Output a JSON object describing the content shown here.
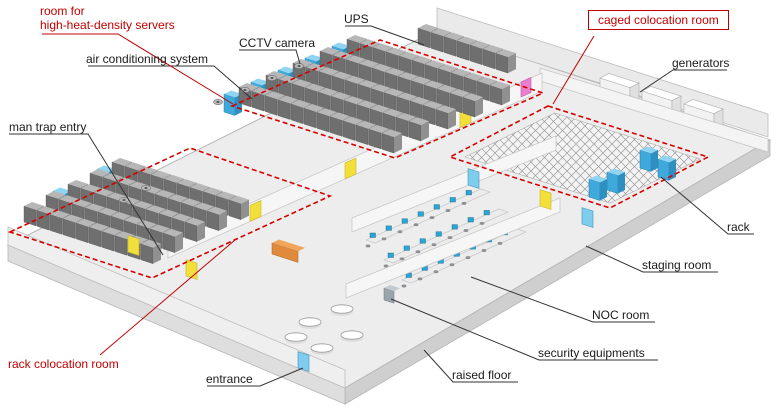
{
  "diagram": {
    "type": "isometric-facility-layout",
    "subject": "data center floor layout",
    "labels": {
      "high_heat_room": {
        "text": "room for\nhigh-heat-density servers",
        "color": "red"
      },
      "air_conditioning": {
        "text": "air conditioning system",
        "color": "black"
      },
      "cctv": {
        "text": "CCTV camera",
        "color": "black"
      },
      "ups": {
        "text": "UPS",
        "color": "black"
      },
      "caged_colocation": {
        "text": "caged colocation room",
        "color": "red",
        "boxed": true
      },
      "generators": {
        "text": "generators",
        "color": "black"
      },
      "man_trap": {
        "text": "man trap entry",
        "color": "black"
      },
      "rack": {
        "text": "rack",
        "color": "black"
      },
      "staging_room": {
        "text": "staging room",
        "color": "black"
      },
      "noc_room": {
        "text": "NOC room",
        "color": "black"
      },
      "security_equipment": {
        "text": "security equipments",
        "color": "black"
      },
      "raised_floor": {
        "text": "raised floor",
        "color": "black"
      },
      "entrance": {
        "text": "entrance",
        "color": "black"
      },
      "rack_colocation": {
        "text": "rack colocation room",
        "color": "red"
      }
    },
    "colors": {
      "zone_outline": "#d40000",
      "red_label": "#c00000",
      "black_label": "#1a1a1a",
      "floor": "#ededed",
      "wall": "#f6f6f6",
      "rack_front": "#6f6f6f",
      "rack_top": "#b7b7b7",
      "ac_unit_blue": "#3fa9dc",
      "door_yellow": "#f2df3a",
      "door_blue": "#7fcdee",
      "door_pink": "#ea7fd0",
      "monitor_blue": "#2aa6d6",
      "generator_white": "#f7f7f7",
      "security_desk_orange": "#e08a3c",
      "cage_mesh_gray": "#9a9a9a"
    }
  }
}
